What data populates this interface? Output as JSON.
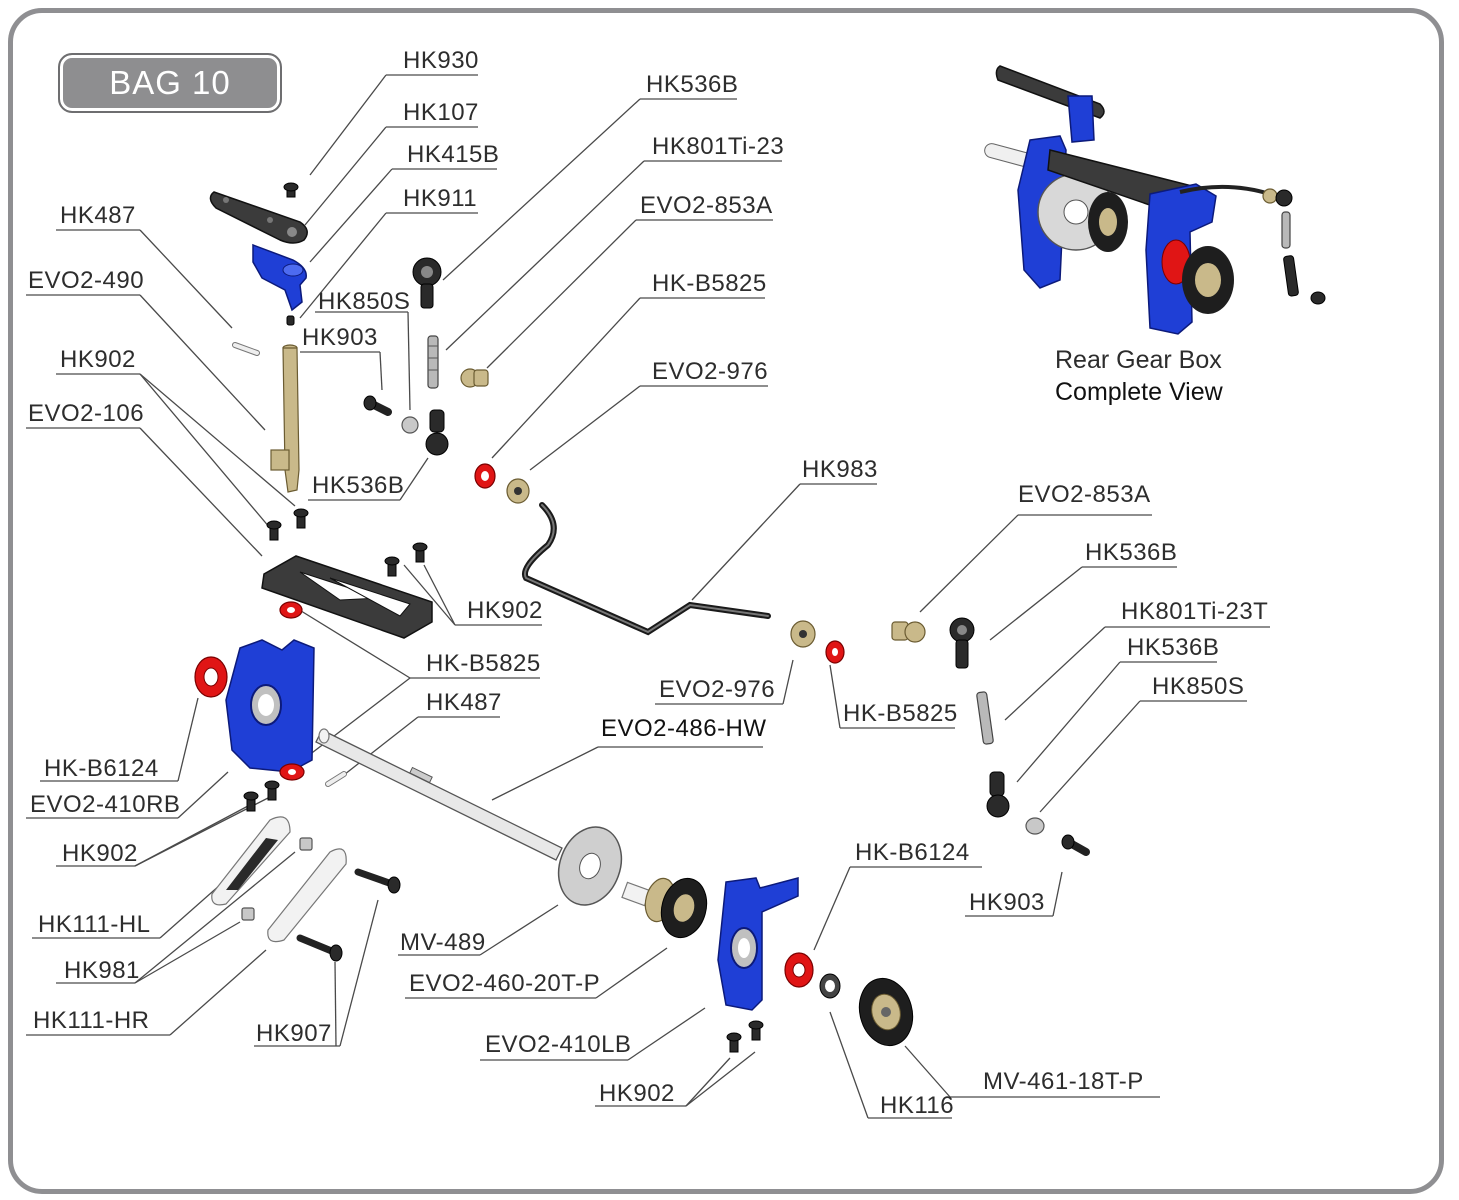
{
  "bag_label": "BAG 10",
  "inset": {
    "caption_line1": "Rear Gear Box",
    "caption_line2": "Complete View"
  },
  "part_labels": {
    "hk930": "HK930",
    "hk107": "HK107",
    "hk415b": "HK415B",
    "hk911": "HK911",
    "hk536b_top": "HK536B",
    "hk801ti23": "HK801Ti-23",
    "evo2_853a_left": "EVO2-853A",
    "hkb5825_top": "HK-B5825",
    "evo2_976_top": "EVO2-976",
    "hk487_top": "HK487",
    "evo2_490": "EVO2-490",
    "hk850s_left": "HK850S",
    "hk903_left": "HK903",
    "hk902_left": "HK902",
    "evo2_106": "EVO2-106",
    "hk536b_mid": "HK536B",
    "hk983": "HK983",
    "evo2_853a_right": "EVO2-853A",
    "hk536b_right1": "HK536B",
    "hk801ti23t": "HK801Ti-23T",
    "hk536b_right2": "HK536B",
    "hk850s_right": "HK850S",
    "hk902_plate": "HK902",
    "hkb5825_mid": "HK-B5825",
    "hk487_mid": "HK487",
    "evo2_486_hw": "EVO2-486-HW",
    "evo2_976_mid": "EVO2-976",
    "hkb5825_right": "HK-B5825",
    "hkb6124_left": "HK-B6124",
    "evo2_410rb": "EVO2-410RB",
    "hk902_lower": "HK902",
    "hk111_hl": "HK111-HL",
    "hk981": "HK981",
    "hk111_hr": "HK111-HR",
    "hk907": "HK907",
    "mv_489": "MV-489",
    "evo2_460": "EVO2-460-20T-P",
    "evo2_410lb": "EVO2-410LB",
    "hk902_bottom": "HK902",
    "hkb6124_right": "HK-B6124",
    "hk903_right": "HK903",
    "mv_461": "MV-461-18T-P",
    "hk116": "HK116"
  },
  "colors": {
    "frame": "#8f8f92",
    "bag_fill": "#8e8e90",
    "part_blue": "#1f3fd6",
    "bearing_red": "#e01515",
    "carbon": "#3b3b3b",
    "brass": "#c9b98a"
  }
}
